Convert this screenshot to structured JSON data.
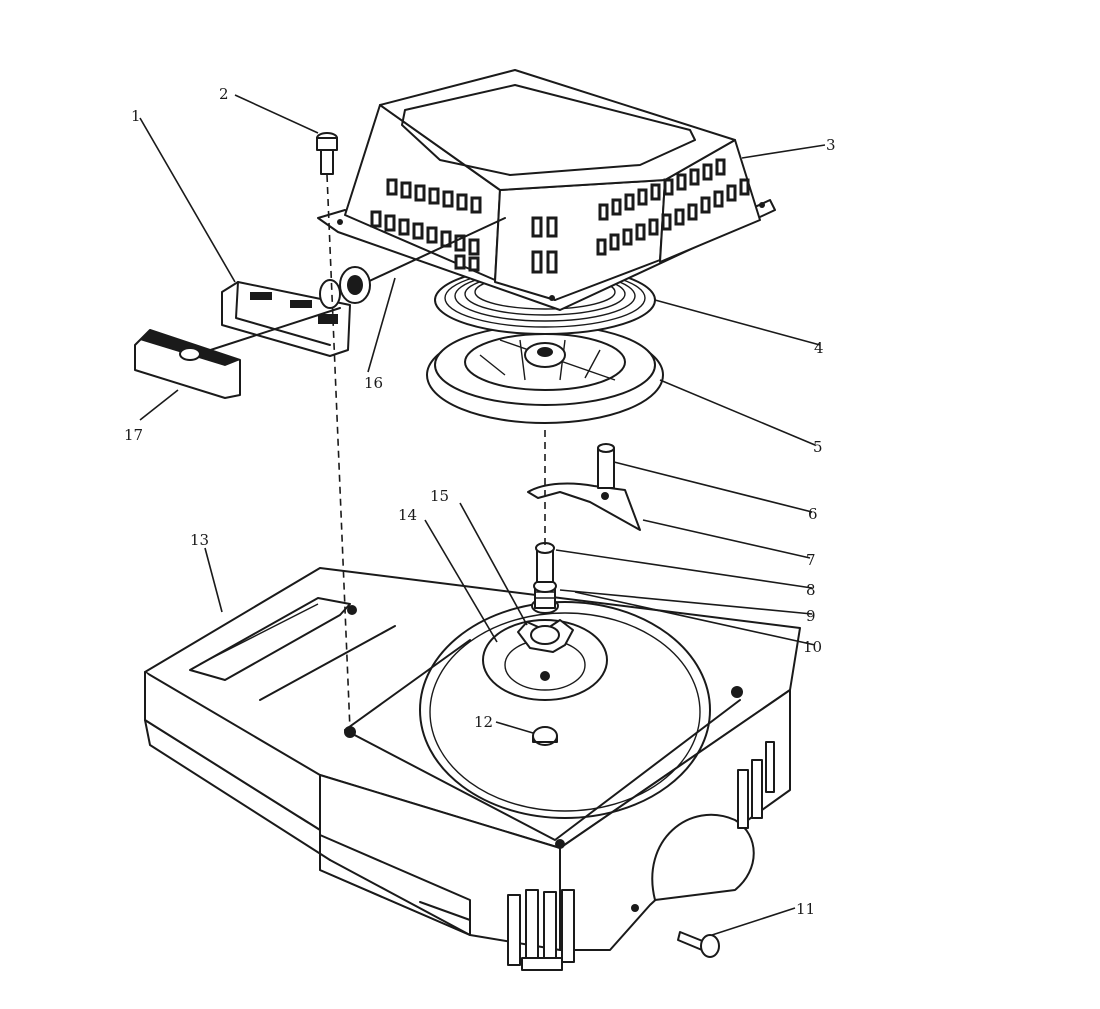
{
  "diagram": {
    "type": "exploded-parts-view",
    "callouts": [
      {
        "id": "1",
        "text": "1"
      },
      {
        "id": "2",
        "text": "2"
      },
      {
        "id": "3",
        "text": "3"
      },
      {
        "id": "4",
        "text": "4"
      },
      {
        "id": "5",
        "text": "5"
      },
      {
        "id": "6",
        "text": "6"
      },
      {
        "id": "7",
        "text": "7"
      },
      {
        "id": "8",
        "text": "8"
      },
      {
        "id": "9",
        "text": "9"
      },
      {
        "id": "10",
        "text": "10"
      },
      {
        "id": "11",
        "text": "11"
      },
      {
        "id": "12",
        "text": "12"
      },
      {
        "id": "13",
        "text": "13"
      },
      {
        "id": "14",
        "text": "14"
      },
      {
        "id": "15",
        "text": "15"
      },
      {
        "id": "16",
        "text": "16"
      },
      {
        "id": "17",
        "text": "17"
      }
    ],
    "colors": {
      "ink": "#1a1a1a",
      "paper": "#ffffff"
    }
  }
}
